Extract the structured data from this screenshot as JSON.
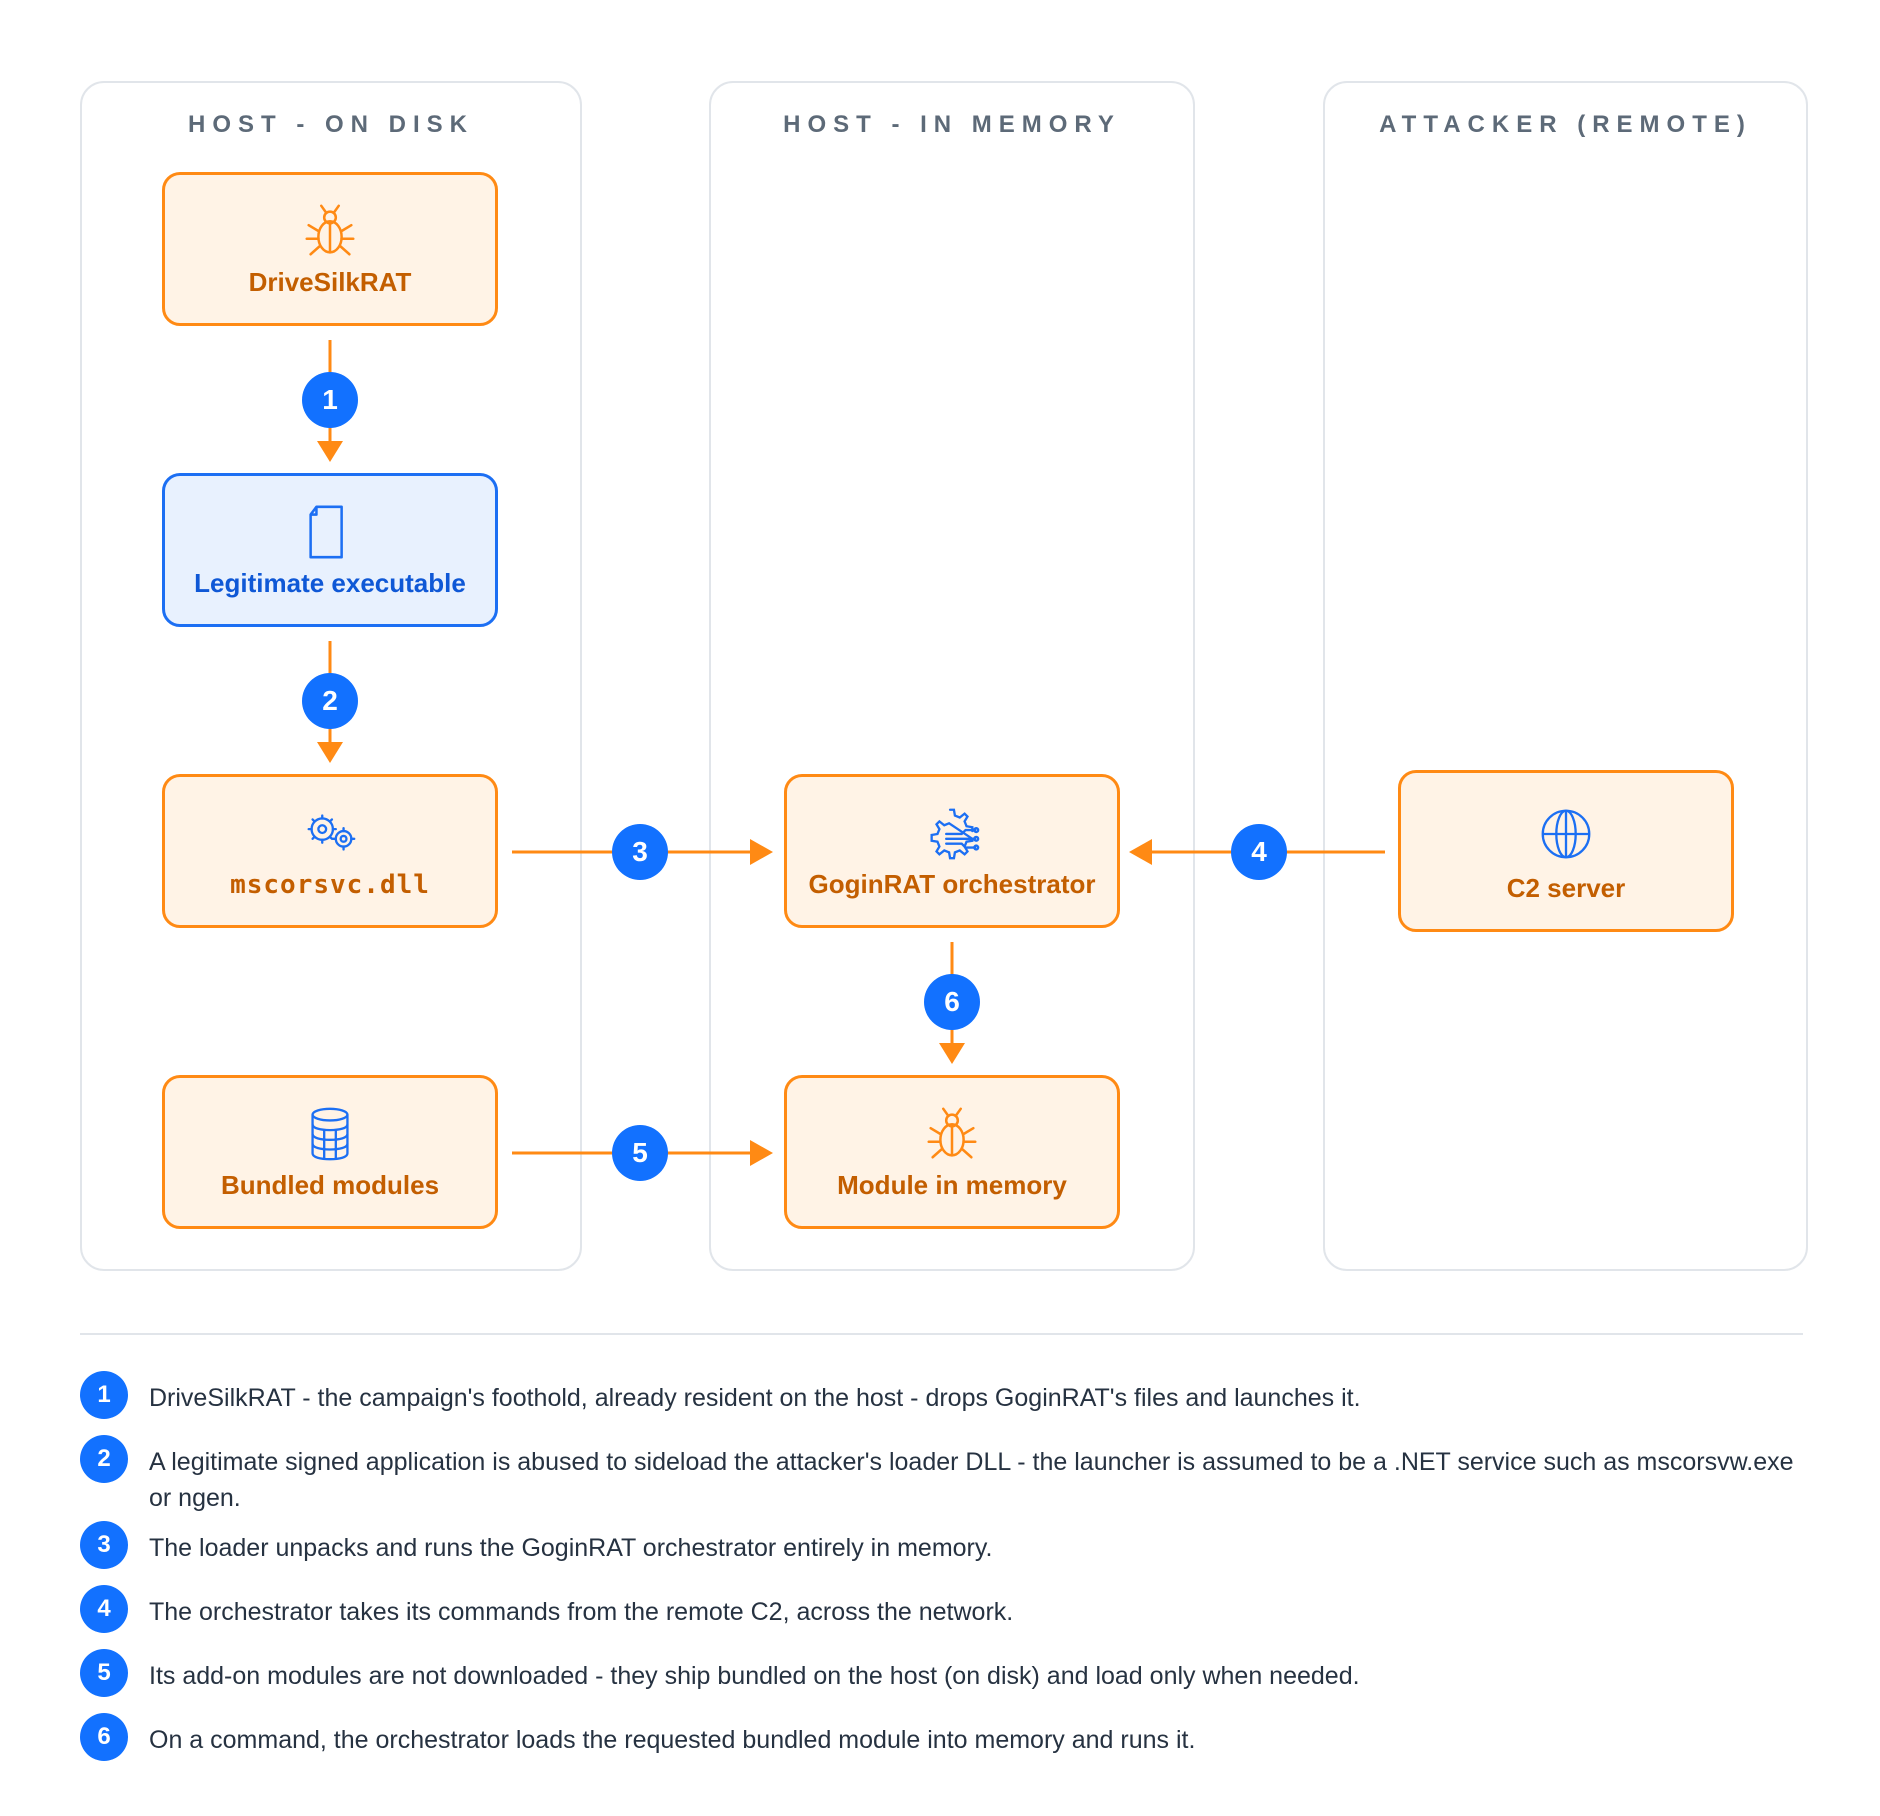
{
  "lanes": {
    "disk": "HOST - ON DISK",
    "memory": "HOST - IN MEMORY",
    "remote": "ATTACKER (REMOTE)"
  },
  "nodes": {
    "drivesilk": {
      "label": "DriveSilkRAT",
      "icon": "bug-icon"
    },
    "legit_exe": {
      "label": "Legitimate executable",
      "icon": "document-icon"
    },
    "dll": {
      "label": "mscorsvc.dll",
      "icon": "gears-icon"
    },
    "bundled": {
      "label": "Bundled modules",
      "icon": "database-icon"
    },
    "orchestrator": {
      "label": "GoginRAT orchestrator",
      "icon": "circuit-gear-icon"
    },
    "module_mem": {
      "label": "Module in memory",
      "icon": "bug-icon"
    },
    "c2": {
      "label": "C2 server",
      "icon": "globe-icon"
    }
  },
  "steps": {
    "s1": "1",
    "s2": "2",
    "s3": "3",
    "s4": "4",
    "s5": "5",
    "s6": "6"
  },
  "legend": [
    {
      "num": "1",
      "text": "DriveSilkRAT - the campaign's foothold, already resident on the host - drops GoginRAT's files and launches it."
    },
    {
      "num": "2",
      "text": "A legitimate signed application is abused to sideload the attacker's loader DLL - the launcher is assumed to be a .NET service such as mscorsvw.exe or ngen."
    },
    {
      "num": "3",
      "text": "The loader unpacks and runs the GoginRAT orchestrator entirely in memory."
    },
    {
      "num": "4",
      "text": "The orchestrator takes its commands from the remote C2, across the network."
    },
    {
      "num": "5",
      "text": "Its add-on modules are not downloaded - they ship bundled on the host (on disk) and load only when needed."
    },
    {
      "num": "6",
      "text": "On a command, the orchestrator loads the requested bundled module into memory and runs it."
    }
  ],
  "colors": {
    "accent_orange": "#ff8a14",
    "label_orange": "#c35e00",
    "fill_orange": "#fff3e6",
    "accent_blue": "#1271ff",
    "fill_blue": "#e8f1fe",
    "lane_border": "#e1e5ea"
  }
}
